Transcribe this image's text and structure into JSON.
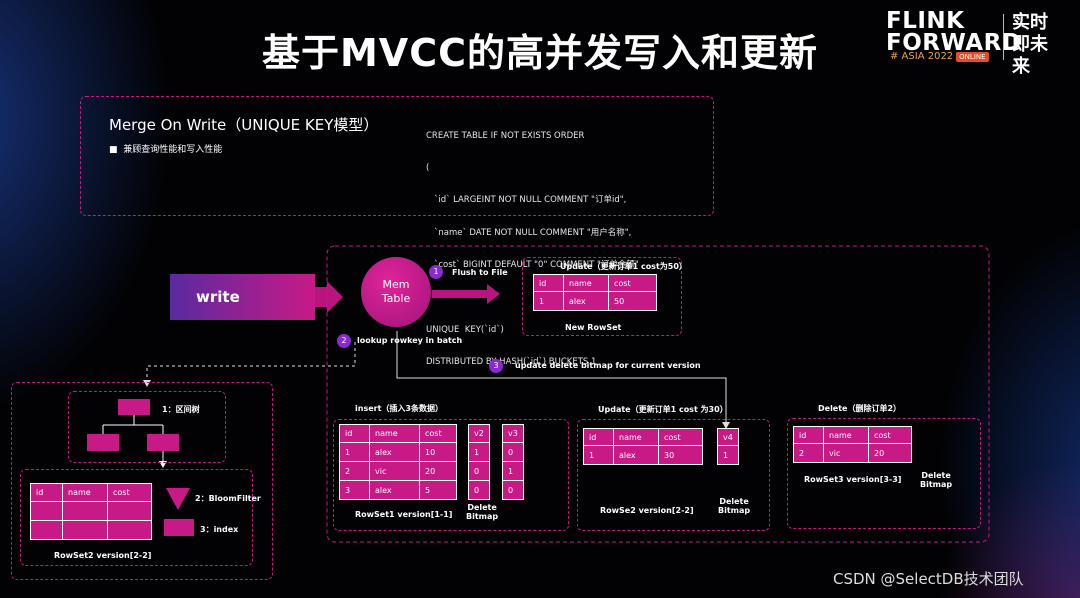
{
  "title": "基于MVCC的高并发写入和更新",
  "logo": {
    "line1": "FLINK",
    "line2": "FORWARD",
    "sub": "# ASIA 2022",
    "badge": "ONLINE",
    "cn": "实时即未来"
  },
  "model": {
    "title": "Merge On Write（UNIQUE KEY模型）",
    "bullet": "兼顾查询性能和写入性能",
    "sql": [
      "CREATE TABLE IF NOT EXISTS ORDER",
      "(",
      "   `id` LARGEINT NOT NULL COMMENT \"订单id\",",
      "   `name` DATE NOT NULL COMMENT \"用户名称\",",
      "   `cost` BIGINT DEFAULT \"0\" COMMENT \"订单金额\"",
      ")",
      "UNIQUE  KEY(`id`)",
      "DISTRIBUTED BY HASH(`id`) BUCKETS 1"
    ]
  },
  "write_label": "write",
  "memtable": {
    "line1": "Mem",
    "line2": "Table"
  },
  "steps": {
    "s1": {
      "num": "1",
      "text": "Flush to File"
    },
    "s2": {
      "num": "2",
      "text": "lookup rowkey in batch"
    },
    "s3": {
      "num": "3",
      "text": "update delete bitmap for current version"
    }
  },
  "new_rowset": {
    "title": "Update（更新订单1 cost为50）",
    "headers": [
      "id",
      "name",
      "cost"
    ],
    "row": [
      "1",
      "alex",
      "50"
    ],
    "caption": "New RowSet"
  },
  "insert": {
    "title": "insert（插入3条数据）",
    "headers": [
      "id",
      "name",
      "cost"
    ],
    "rows": [
      [
        "1",
        "alex",
        "10"
      ],
      [
        "2",
        "vic",
        "20"
      ],
      [
        "3",
        "alex",
        "5"
      ]
    ],
    "v2": [
      "v2",
      "1",
      "0",
      "0"
    ],
    "v3": [
      "v3",
      "0",
      "1",
      "0"
    ],
    "caption": "RowSet1  version[1-1]",
    "bitmap": [
      "Delete",
      "Bitmap"
    ]
  },
  "update": {
    "title": "Update（更新订单1 cost 为30）",
    "headers": [
      "id",
      "name",
      "cost"
    ],
    "row": [
      "1",
      "alex",
      "30"
    ],
    "v4": [
      "v4",
      "1"
    ],
    "caption": "RowSe2  version[2-2]",
    "bitmap": [
      "Delete",
      "Bitmap"
    ]
  },
  "delete": {
    "title": "Delete（删除订单2）",
    "headers": [
      "id",
      "name",
      "cost"
    ],
    "row": [
      "2",
      "vic",
      "20"
    ],
    "caption": "RowSet3  version[3-3]",
    "bitmap": [
      "Delete",
      "Bitmap"
    ]
  },
  "tree": {
    "label1": "1：区间树",
    "label2": "2：BloomFilter",
    "label3": "3：index",
    "headers": [
      "id",
      "name",
      "cost"
    ],
    "caption": "RowSet2  version[2-2]"
  },
  "watermark": "CSDN @SelectDB技术团队",
  "colors": {
    "accent": "#c81a86",
    "step_circle": "#8a2bd0"
  }
}
